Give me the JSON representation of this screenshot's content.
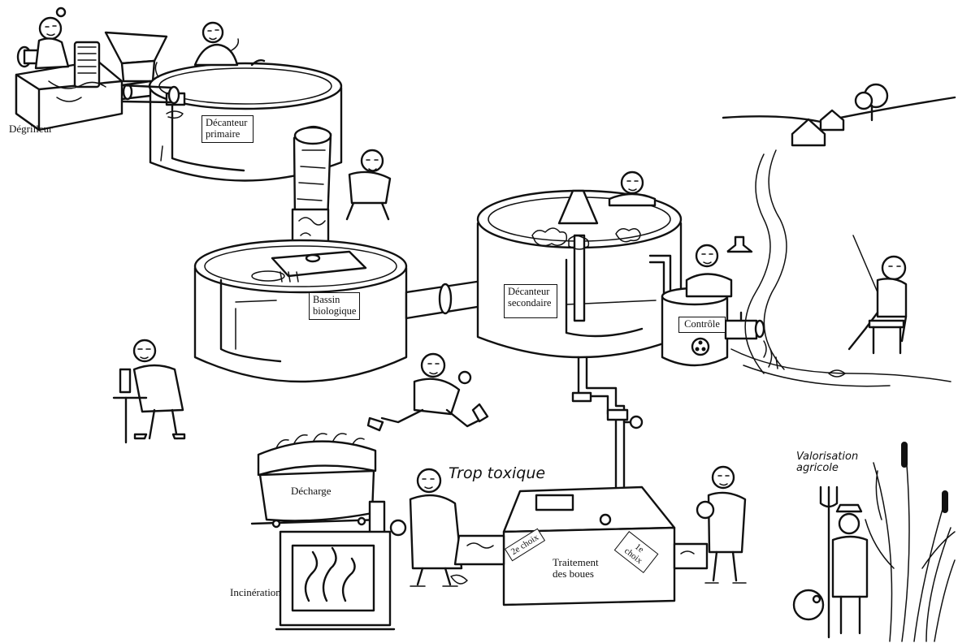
{
  "labels": {
    "degrilleur": "Dégrilleur",
    "decanteur_primaire_l1": "Décanteur",
    "decanteur_primaire_l2": "primaire",
    "bassin_l1": "Bassin",
    "bassin_l2": "biologique",
    "decanteur_secondaire_l1": "Décanteur",
    "decanteur_secondaire_l2": "secondaire",
    "controle": "Contrôle",
    "trop_toxique": "Trop toxique",
    "decharge": "Décharge",
    "incineration": "Incinération",
    "traitement_l1": "Traitement",
    "traitement_l2": "des boues",
    "choix_2": "2e choix",
    "choix_1": "1e choix",
    "valorisation_l1": "Valorisation",
    "valorisation_l2": "agricole"
  }
}
